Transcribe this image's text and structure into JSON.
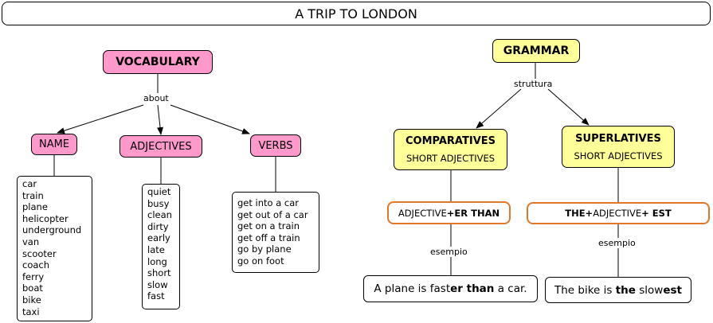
{
  "title": "A TRIP TO LONDON",
  "vocabulary": {
    "label": "VOCABULARY",
    "link": "about",
    "name": {
      "label": "NAME",
      "items": [
        "car",
        "train",
        "plane",
        "helicopter",
        "underground",
        "van",
        "scooter",
        "coach",
        "ferry",
        "boat",
        "bike",
        "taxi"
      ]
    },
    "adjectives": {
      "label": "ADJECTIVES",
      "items": [
        "quiet",
        "busy",
        "clean",
        "dirty",
        "early",
        "late",
        "long",
        "short",
        "slow",
        "fast"
      ]
    },
    "verbs": {
      "label": "VERBS",
      "items": [
        "get into a car",
        "get out of a car",
        "get on a train",
        "get off a train",
        "go by plane",
        "go on foot"
      ]
    }
  },
  "grammar": {
    "label": "GRAMMAR",
    "link": "struttura",
    "comparatives": {
      "label": "COMPARATIVES",
      "sub": "SHORT ADJECTIVES",
      "rule_a": "ADJECTIVE",
      "rule_b": "+ER THAN",
      "link": "esempio",
      "example_a": "A plane is fast",
      "example_b": "er than",
      "example_c": " a car."
    },
    "superlatives": {
      "label": "SUPERLATIVES",
      "sub": "SHORT ADJECTIVES",
      "rule_a": "THE+",
      "rule_b": "ADJECTIVE",
      "rule_c": "+ EST",
      "link": "esempio",
      "example_a": "The bike is ",
      "example_b": "the",
      "example_c": " slow",
      "example_d": "est"
    }
  }
}
